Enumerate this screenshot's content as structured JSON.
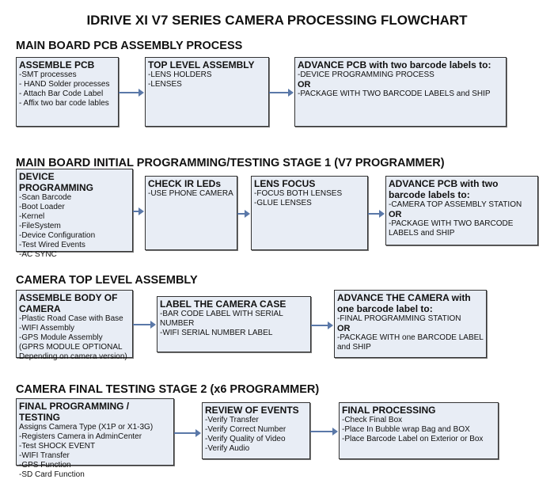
{
  "title": "IDRIVE XI V7 SERIES CAMERA PROCESSING FLOWCHART",
  "sections": [
    {
      "heading": "MAIN BOARD PCB ASSEMBLY PROCESS",
      "boxes": [
        {
          "title": "ASSEMBLE PCB",
          "lines": [
            " -SMT processes",
            " - HAND Solder processes",
            " - Attach Bar Code Label",
            " - Affix two bar code lables"
          ]
        },
        {
          "title": "TOP LEVEL ASSEMBLY",
          "lines": [
            "-LENS HOLDERS",
            "-LENSES"
          ]
        },
        {
          "title": "ADVANCE PCB with two barcode labels to:",
          "lines": [
            "-DEVICE PROGRAMMING PROCESS",
            "OR",
            "-PACKAGE WITH TWO BARCODE LABELS and SHIP"
          ]
        }
      ]
    },
    {
      "heading": "MAIN BOARD INITIAL PROGRAMMING/TESTING STAGE 1 (V7 PROGRAMMER)",
      "boxes": [
        {
          "title": "DEVICE PROGRAMMING",
          "lines": [
            "-Scan Barcode",
            "-Boot Loader",
            "-Kernel",
            "-FileSystem",
            "-Device Configuration",
            "-Test Wired Events",
            "-AC SYNC"
          ]
        },
        {
          "title": "CHECK IR LEDs",
          "lines": [
            "-USE PHONE CAMERA"
          ]
        },
        {
          "title": "LENS FOCUS",
          "lines": [
            "-FOCUS BOTH LENSES",
            "-GLUE LENSES"
          ]
        },
        {
          "title": "ADVANCE PCB with two barcode labels to:",
          "lines": [
            "-CAMERA TOP ASSEMBLY STATION",
            "OR",
            "-PACKAGE WITH TWO BARCODE LABELS and SHIP"
          ]
        }
      ]
    },
    {
      "heading": "CAMERA TOP LEVEL ASSEMBLY",
      "boxes": [
        {
          "title": "ASSEMBLE BODY OF CAMERA",
          "lines": [
            "-Plastic Road Case with Base",
            "-WIFI Assembly",
            "-GPS Module Assembly",
            "(GPRS MODULE OPTIONAL Depending on camera version)"
          ]
        },
        {
          "title": "LABEL THE CAMERA CASE",
          "lines": [
            "-BAR CODE LABEL WITH SERIAL NUMBER",
            "-WIFI SERIAL NUMBER LABEL"
          ]
        },
        {
          "title": "ADVANCE THE CAMERA with one barcode label to:",
          "lines": [
            "-FINAL PROGRAMMING STATION",
            " OR",
            "-PACKAGE WITH one BARCODE LABEL and SHIP"
          ]
        }
      ]
    },
    {
      "heading": "CAMERA FINAL TESTING STAGE 2 (x6 PROGRAMMER)",
      "boxes": [
        {
          "title": "FINAL PROGRAMMING / TESTING",
          "lines": [
            "Assigns Camera Type (X1P or X1-3G)",
            "-Registers Camera in AdminCenter",
            "-Test SHOCK EVENT",
            "-WIFI Transfer",
            "-GPS Function",
            "-SD Card Function"
          ]
        },
        {
          "title": "REVIEW OF EVENTS",
          "lines": [
            "-Verify Transfer",
            "-Verify Correct Number",
            "-Verify Quality of Video",
            "-Verify Audio"
          ]
        },
        {
          "title": "FINAL PROCESSING",
          "lines": [
            " -Check Final Box",
            "-Place In Bubble wrap Bag and BOX",
            "-Place Barcode Label on Exterior or Box"
          ]
        }
      ]
    }
  ],
  "colors": {
    "box_fill": "#e8edf5",
    "arrow": "#5a78a8"
  }
}
